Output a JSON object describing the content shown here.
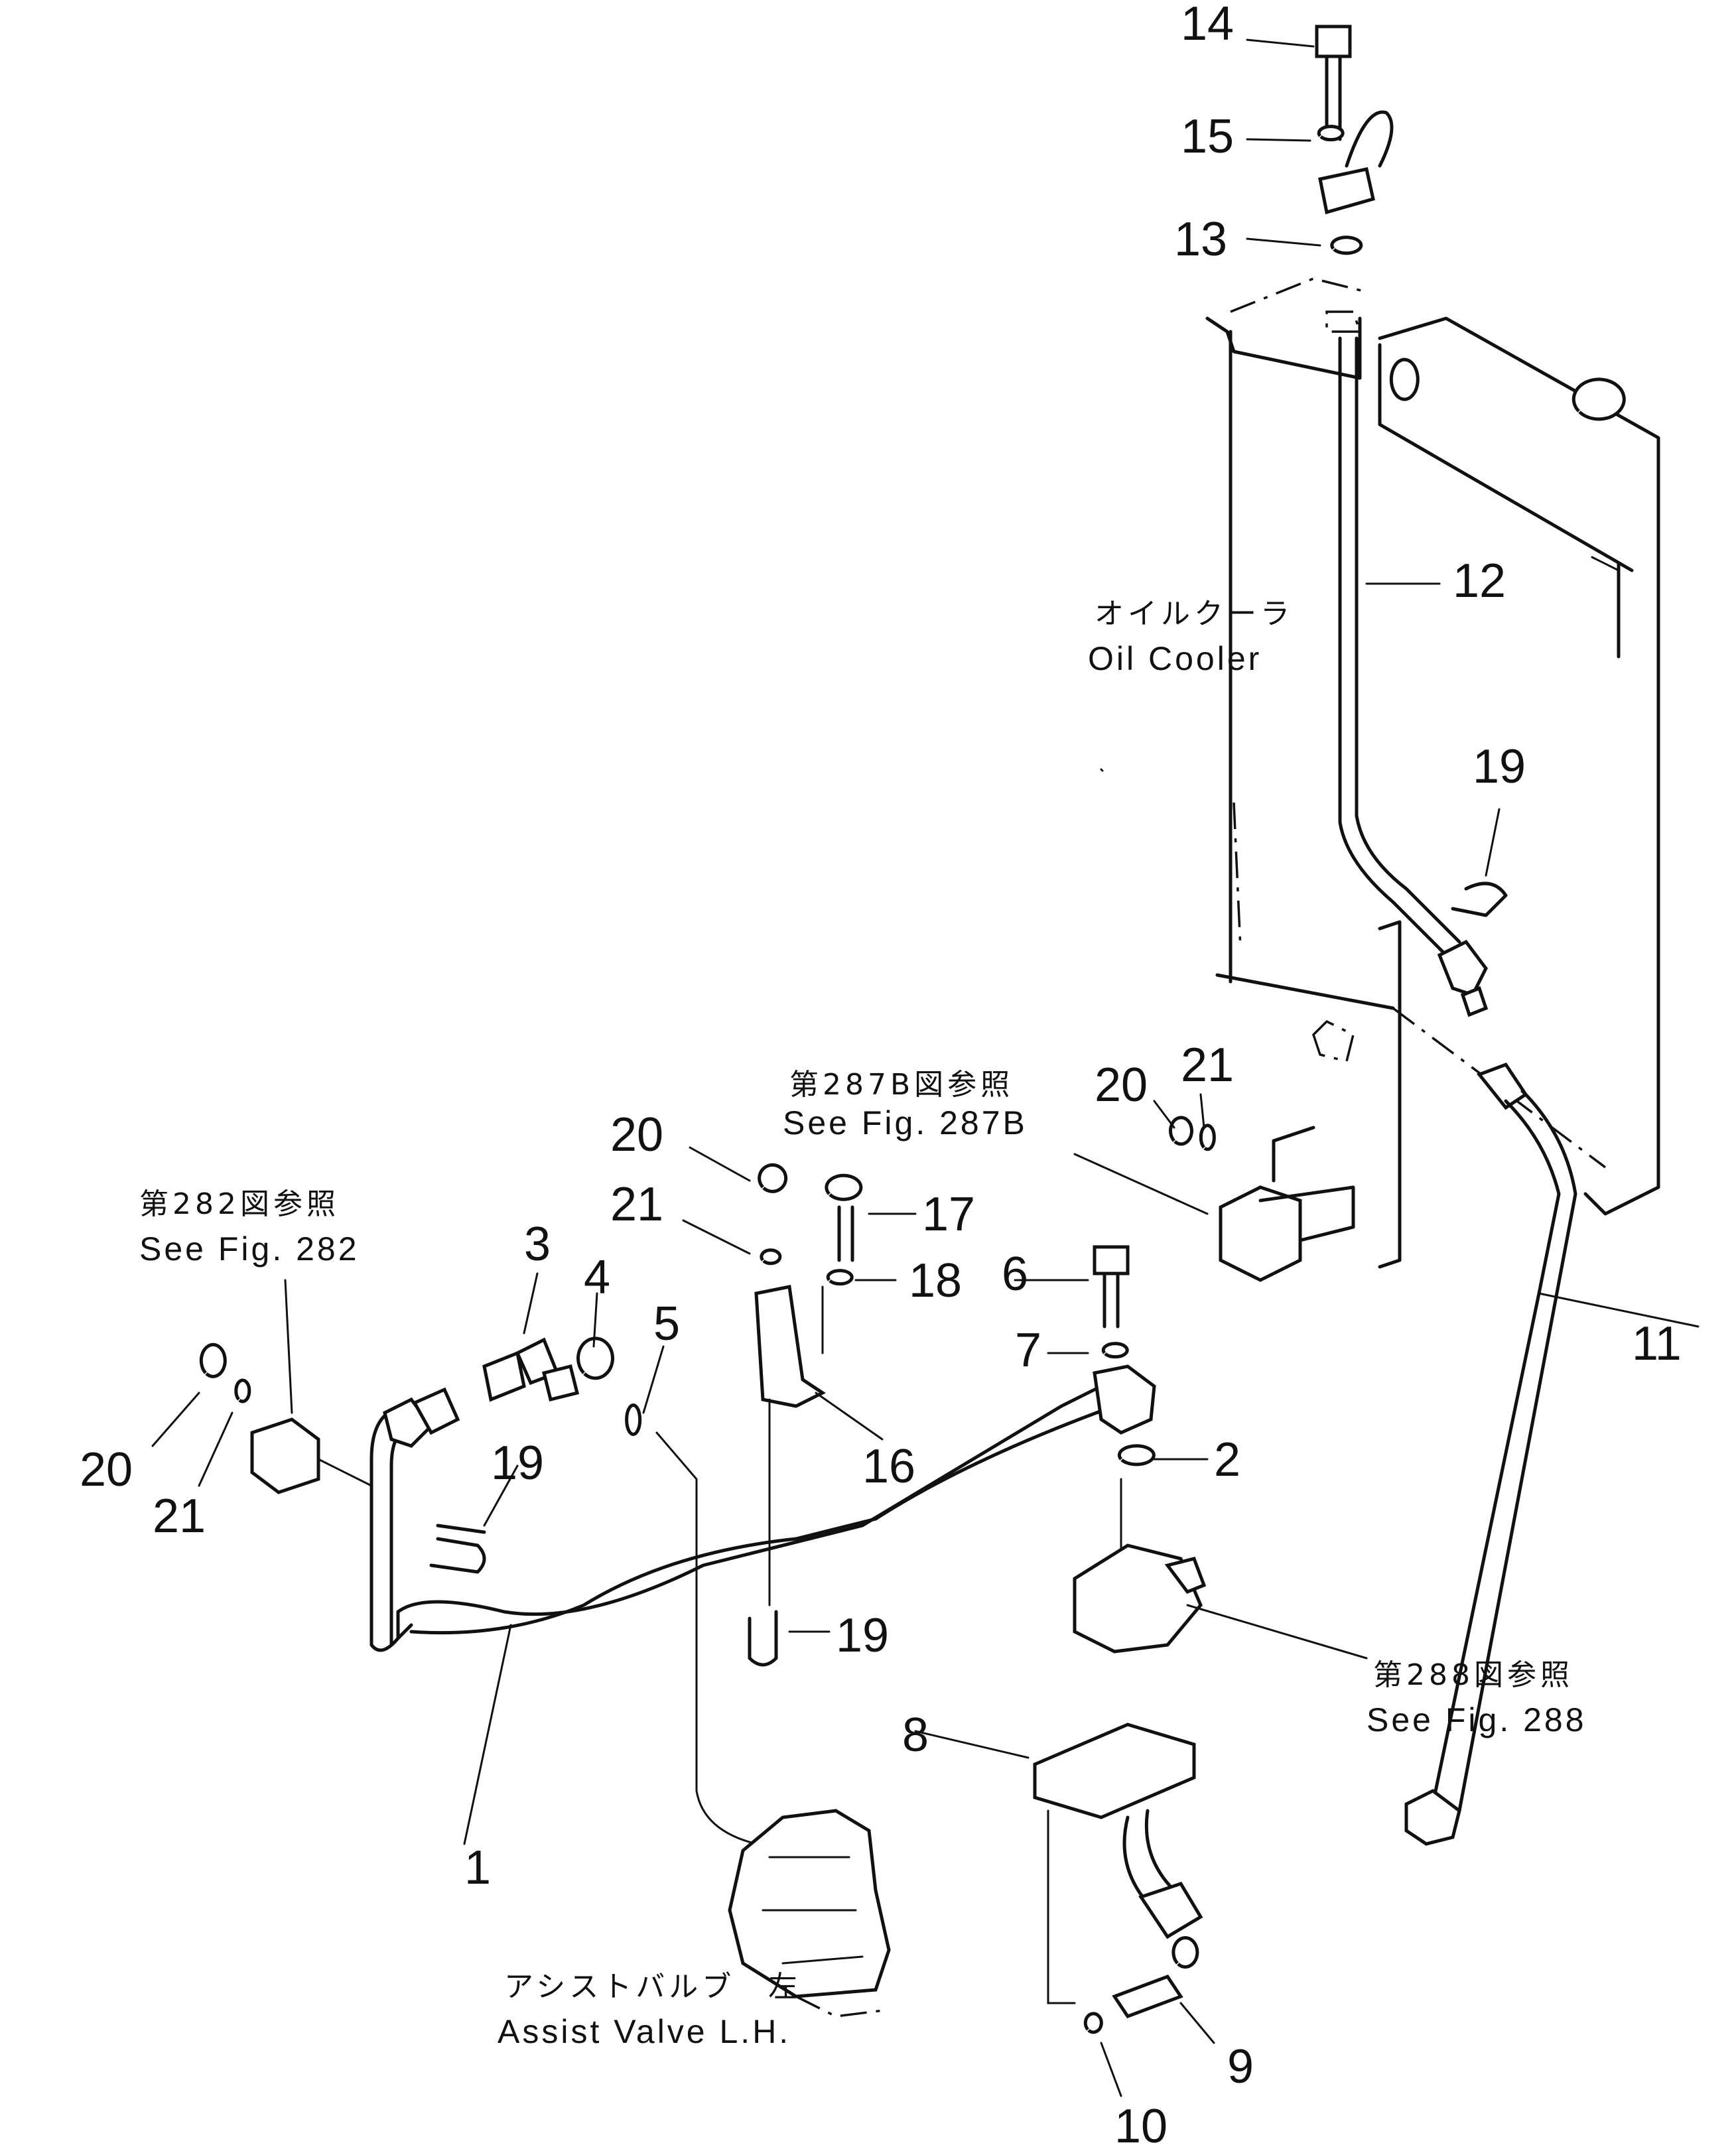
{
  "callouts": {
    "n1": "1",
    "n2": "2",
    "n3": "3",
    "n4": "4",
    "n5": "5",
    "n6": "6",
    "n7": "7",
    "n8": "8",
    "n9": "9",
    "n10": "10",
    "n11": "11",
    "n12": "12",
    "n13": "13",
    "n14": "14",
    "n15": "15",
    "n16": "16",
    "n17": "17",
    "n18": "18",
    "n19": "19",
    "n20": "20",
    "n21": "21"
  },
  "notes": {
    "oil_cooler_jp": "オイルクーラ",
    "oil_cooler_en": "Oil  Cooler",
    "fig287b_jp": "第287B図参照",
    "fig287b_en": "See  Fig. 287B",
    "fig282_jp": "第282図参照",
    "fig282_en": "See  Fig. 282",
    "fig288_jp": "第288図参照",
    "fig288_en": "See  Fig. 288",
    "assist_valve_jp": "アシストバルブ　左",
    "assist_valve_en": "Assist  Valve  L.H."
  }
}
